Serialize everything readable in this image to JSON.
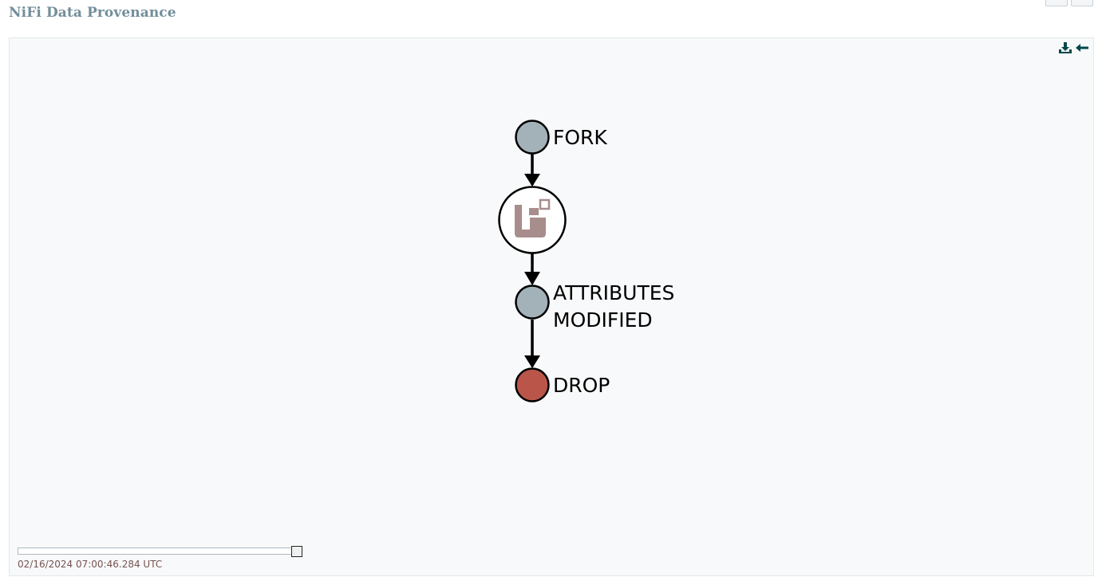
{
  "header": {
    "title": "NiFi Data Provenance"
  },
  "toolbar": {
    "download_icon": "download-icon",
    "back_icon": "arrow-left-icon"
  },
  "graph": {
    "events": [
      {
        "label": "FORK",
        "color": "#a3b2b8",
        "type": "event"
      },
      {
        "label": "",
        "color": "#a88d8d",
        "type": "flowfile",
        "icon": "flowfile-icon"
      },
      {
        "label_line1": "ATTRIBUTES",
        "label_line2": "MODIFIED",
        "color": "#a3b2b8",
        "type": "event"
      },
      {
        "label": "DROP",
        "color": "#ba554a",
        "type": "event"
      }
    ]
  },
  "timeline": {
    "timestamp": "02/16/2024 07:00:46.284 UTC"
  },
  "colors": {
    "title": "#728e9b",
    "event_node": "#a3b2b8",
    "drop_node": "#ba554a",
    "flowfile_icon": "#a88d8d",
    "timestamp": "#775351",
    "tool_icon": "#004849"
  }
}
